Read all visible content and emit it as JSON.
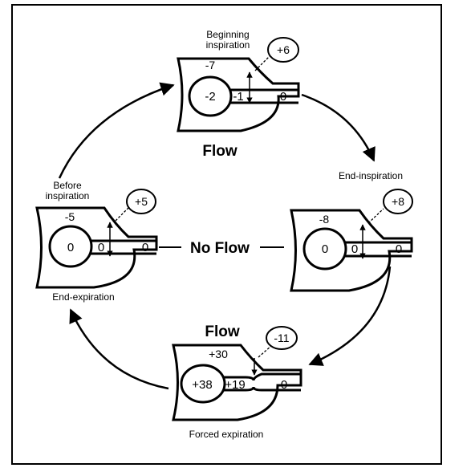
{
  "top": {
    "caption_line1": "Beginning",
    "caption_line2": "inspiration",
    "pleural": "-7",
    "alveolar": "-2",
    "airway": "-1",
    "mouth": "0",
    "transmural": "+6",
    "flow": "Flow"
  },
  "right": {
    "caption": "End-inspiration",
    "pleural": "-8",
    "alveolar": "0",
    "airway": "0",
    "mouth": "0",
    "transmural": "+8"
  },
  "bottom": {
    "caption": "Forced expiration",
    "pleural": "+30",
    "alveolar": "+38",
    "airway": "+19",
    "mouth": "0",
    "transmural": "-11",
    "flow": "Flow"
  },
  "left": {
    "caption_line1": "Before",
    "caption_line2": "inspiration",
    "caption_bottom": "End-expiration",
    "pleural": "-5",
    "alveolar": "0",
    "airway": "0",
    "mouth": "0",
    "transmural": "+5"
  },
  "center": {
    "no_flow": "No Flow"
  }
}
